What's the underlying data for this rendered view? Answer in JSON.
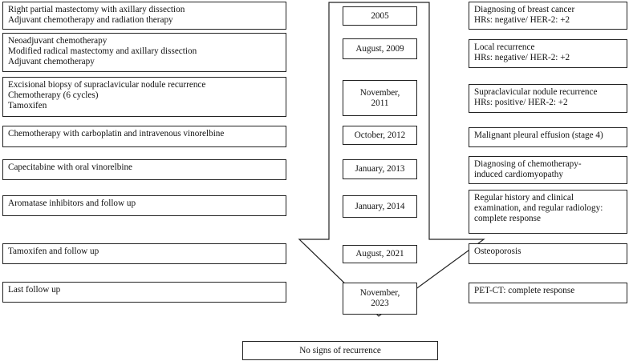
{
  "timeline": [
    {
      "treatment": [
        "Right partial mastectomy with axillary dissection",
        "Adjuvant chemotherapy and radiation therapy"
      ],
      "date": [
        "2005"
      ],
      "outcome": [
        "Diagnosing of breast cancer",
        "HRs: negative/ HER-2: +2"
      ]
    },
    {
      "treatment": [
        "Neoadjuvant chemotherapy",
        "Modified radical mastectomy and axillary dissection",
        "Adjuvant chemotherapy"
      ],
      "date": [
        "August, 2009"
      ],
      "outcome": [
        "Local recurrence",
        "HRs: negative/ HER-2: +2"
      ]
    },
    {
      "treatment": [
        "Excisional biopsy of supraclavicular nodule recurrence",
        "Chemotherapy (6 cycles)",
        "Tamoxifen"
      ],
      "date": [
        "November,",
        "2011"
      ],
      "outcome": [
        "Supraclavicular nodule recurrence",
        "HRs: positive/ HER-2: +2"
      ]
    },
    {
      "treatment": [
        "Chemotherapy with carboplatin and intravenous vinorelbine"
      ],
      "date": [
        "October, 2012"
      ],
      "outcome": [
        "Malignant pleural effusion (stage 4)"
      ]
    },
    {
      "treatment": [
        "Capecitabine with oral vinorelbine"
      ],
      "date": [
        "January, 2013"
      ],
      "outcome": [
        "Diagnosing of chemotherapy-",
        "induced cardiomyopathy"
      ]
    },
    {
      "treatment": [
        "Aromatase inhibitors and follow up"
      ],
      "date": [
        "January, 2014"
      ],
      "outcome": [
        "Regular history and clinical",
        "examination, and regular radiology:",
        "complete response"
      ]
    },
    {
      "treatment": [
        "Tamoxifen and follow up"
      ],
      "date": [
        "August, 2021"
      ],
      "outcome": [
        "Osteoporosis"
      ]
    },
    {
      "treatment": [
        "Last follow up"
      ],
      "date": [
        "November,",
        "2023"
      ],
      "outcome": [
        "PET-CT: complete response"
      ]
    }
  ],
  "final": "No signs of recurrence"
}
